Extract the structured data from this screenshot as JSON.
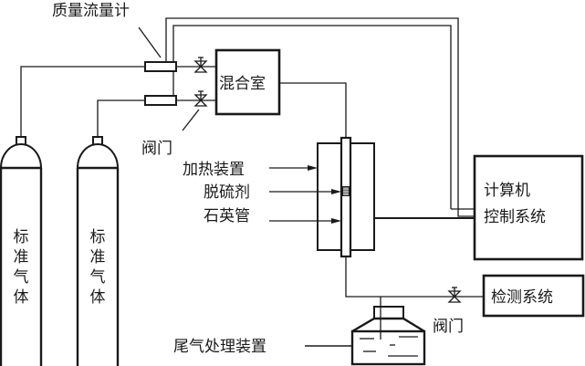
{
  "diagram": {
    "title": "脱硫实验装置示意图",
    "labels": {
      "mass_flow_meter": "质量流量计",
      "mixing_chamber": "混合室",
      "valve_upper": "阀门",
      "valve_lower": "阀门",
      "heating_device": "加热装置",
      "desulfurizer": "脱硫剂",
      "quartz_tube": "石英管",
      "computer_line1": "计算机",
      "computer_line2": "控制系统",
      "detection_system": "检测系统",
      "tail_gas_device": "尾气处理装置",
      "cylinder_1": [
        "标",
        "准",
        "气",
        "体"
      ],
      "cylinder_2": [
        "标",
        "准",
        "气",
        "体"
      ]
    },
    "colors": {
      "line": "#1a1a1a",
      "background": "#ffffff"
    }
  }
}
